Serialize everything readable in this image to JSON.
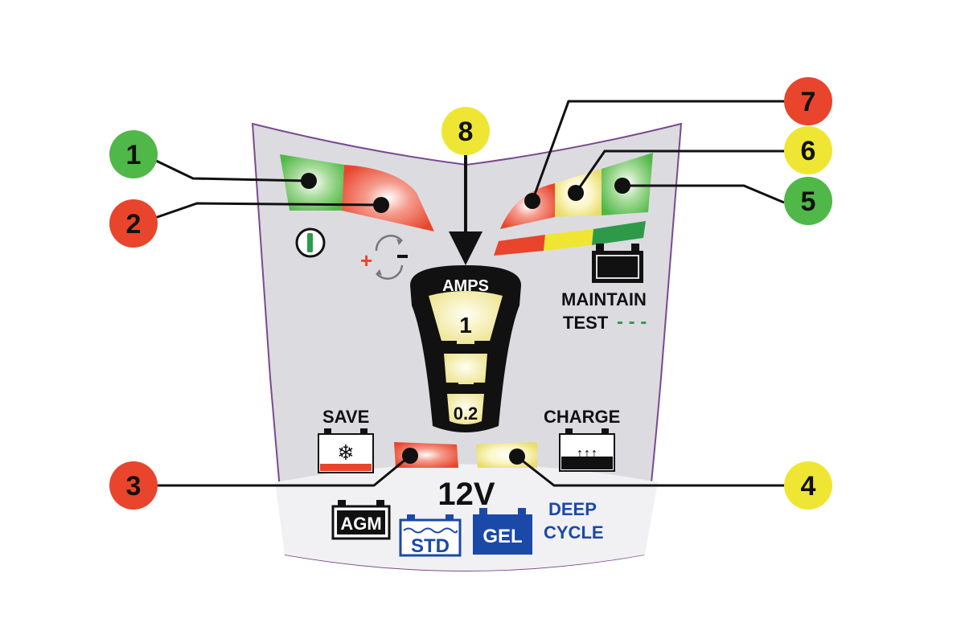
{
  "callouts": [
    {
      "number": "1",
      "color": "#4fb848"
    },
    {
      "number": "2",
      "color": "#e8452c"
    },
    {
      "number": "3",
      "color": "#e8452c"
    },
    {
      "number": "4",
      "color": "#efe633"
    },
    {
      "number": "5",
      "color": "#4fb848"
    },
    {
      "number": "6",
      "color": "#efe633"
    },
    {
      "number": "7",
      "color": "#e8452c"
    },
    {
      "number": "8",
      "color": "#efe633"
    }
  ],
  "panel": {
    "amps_label": "AMPS",
    "amps_high": "1",
    "amps_low": "0.2",
    "maintain_label": "MAINTAIN",
    "test_label": "TEST",
    "test_dashes": "- - -",
    "save_label": "SAVE",
    "charge_label": "CHARGE",
    "voltage": "12V",
    "battery_types": {
      "agm": "AGM",
      "std": "STD",
      "gel": "GEL",
      "deep": "DEEP",
      "cycle": "CYCLE"
    }
  },
  "icons": [
    "power-icon",
    "polarity-reverse-icon",
    "battery-icon",
    "snowflake-battery-icon",
    "charge-battery-icon"
  ],
  "colors": {
    "panel": "#dcdbe0",
    "panel_border": "#7a4a8f",
    "led_red": "#e8452c",
    "led_yellow": "#efe633",
    "led_green": "#4fb848",
    "amps_fill": "#f4f0bf",
    "gel_blue": "#1b49a8"
  }
}
